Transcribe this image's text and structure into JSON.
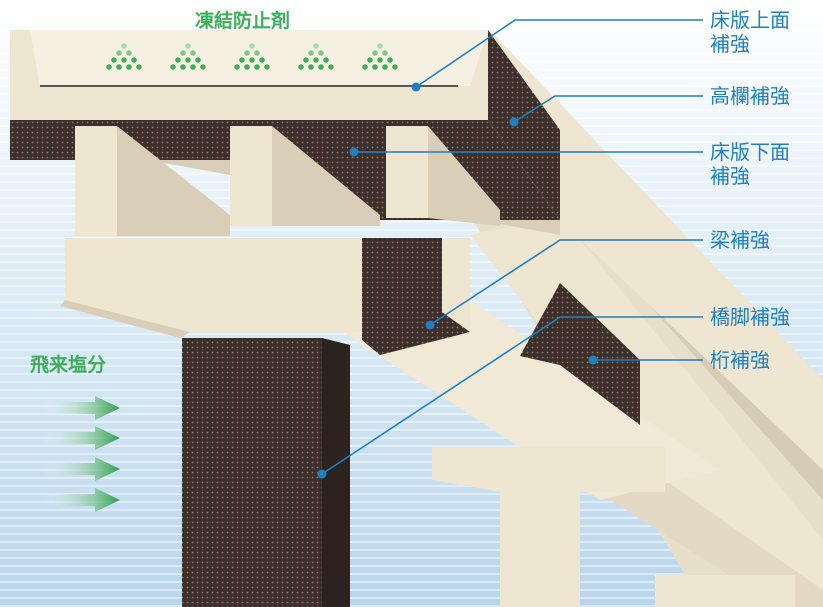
{
  "top_label": "凍結防止剤",
  "side_label": "飛来塩分",
  "callouts": [
    {
      "id": "deck-top",
      "line1": "床版上面",
      "line2": "補強"
    },
    {
      "id": "railing",
      "line1": "高欄補強",
      "line2": ""
    },
    {
      "id": "deck-bottom",
      "line1": "床版下面",
      "line2": "補強"
    },
    {
      "id": "beam",
      "line1": "梁補強",
      "line2": ""
    },
    {
      "id": "pier",
      "line1": "橋脚補強",
      "line2": ""
    },
    {
      "id": "girder",
      "line1": "桁補強",
      "line2": ""
    }
  ],
  "colors": {
    "label_blue": "#1f7fc1",
    "label_green": "#3fae5a",
    "concrete": "#efe6d2",
    "concrete_shade": "#d9cfb9",
    "mesh": "#3a2e2a",
    "sky": "#cfe4f2"
  },
  "icons": [
    "salt-pile-icon",
    "wind-arrow-icon"
  ]
}
